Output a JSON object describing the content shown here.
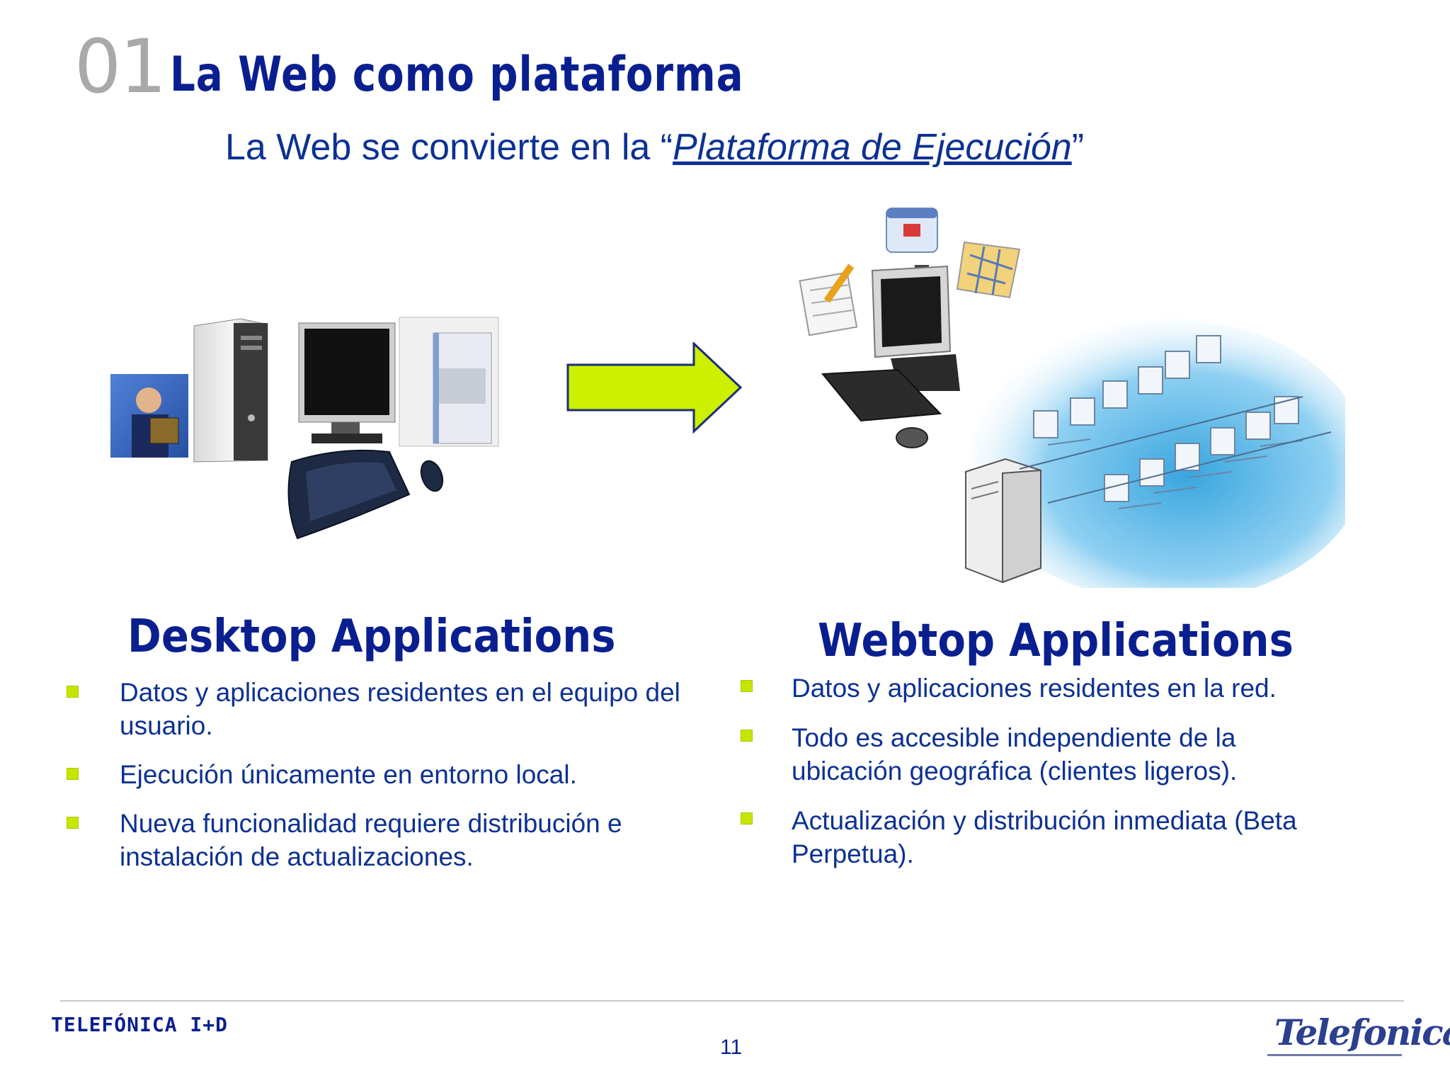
{
  "header": {
    "section_number": "01",
    "title": "La Web como plataforma"
  },
  "subtitle": {
    "prefix": "La Web se convierte en la “",
    "emphasis": "Plataforma de Ejecución",
    "suffix": "”"
  },
  "desktop": {
    "heading": "Desktop Applications",
    "bullets": [
      "Datos y aplicaciones residentes en el equipo del usuario.",
      "Ejecución únicamente en entorno local.",
      "Nueva funcionalidad requiere distribución e instalación de actualizaciones."
    ]
  },
  "webtop": {
    "heading": "Webtop Applications",
    "bullets": [
      "Datos y aplicaciones residentes en la red.",
      "Todo es accesible independiente de la ubicación geográfica (clientes ligeros).",
      "Actualización y distribución inmediata (Beta Perpetua)."
    ]
  },
  "footer": {
    "company": "TELEFÓNICA I+D",
    "page_number": "11",
    "brand": "Telefonica"
  },
  "colors": {
    "title_blue": "#0a1f8f",
    "text_blue": "#0d3192",
    "bullet_green": "#c6e600",
    "arrow_green": "#ccf000"
  }
}
